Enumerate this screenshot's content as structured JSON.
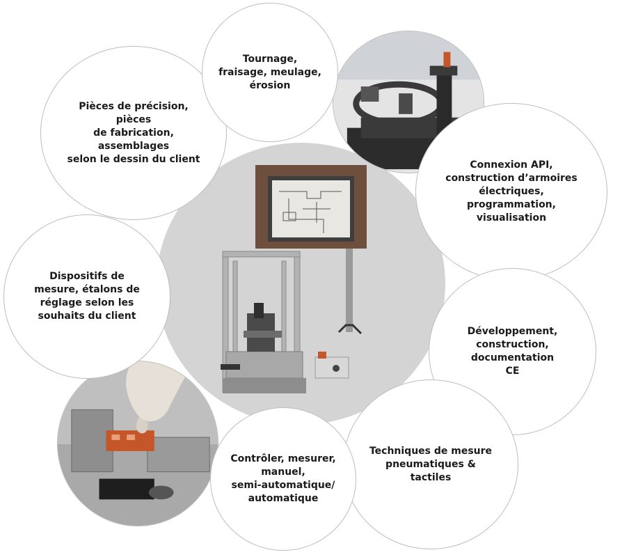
{
  "bubbles": {
    "precision_parts": "Pièces de précision,\npièces\nde fabrication,\nassemblages\nselon le dessin du client",
    "machining": "Tournage,\nfraisage, meulage,\nérosion",
    "plc": "Connexion API,\nconstruction d’armoires\nélectriques,\nprogrammation,\nvisualisation",
    "development": "Développement,\nconstruction,\ndocumentation\nCE",
    "measuring_techniques": "Techniques de mesure\npneumatiques &\ntactiles",
    "control": "Contrôler, mesurer,\nmanuel,\nsemi-automatique/\nautomatique",
    "measuring_devices": "Dispositifs de\nmesure, étalons de\nréglage selon les\nsouhaits du client"
  },
  "colors": {
    "hub_background": "#d4d4d4",
    "bubble_border": "#bdbdbd",
    "text": "#1a1a1a",
    "accent_copper": "#c4562a"
  }
}
